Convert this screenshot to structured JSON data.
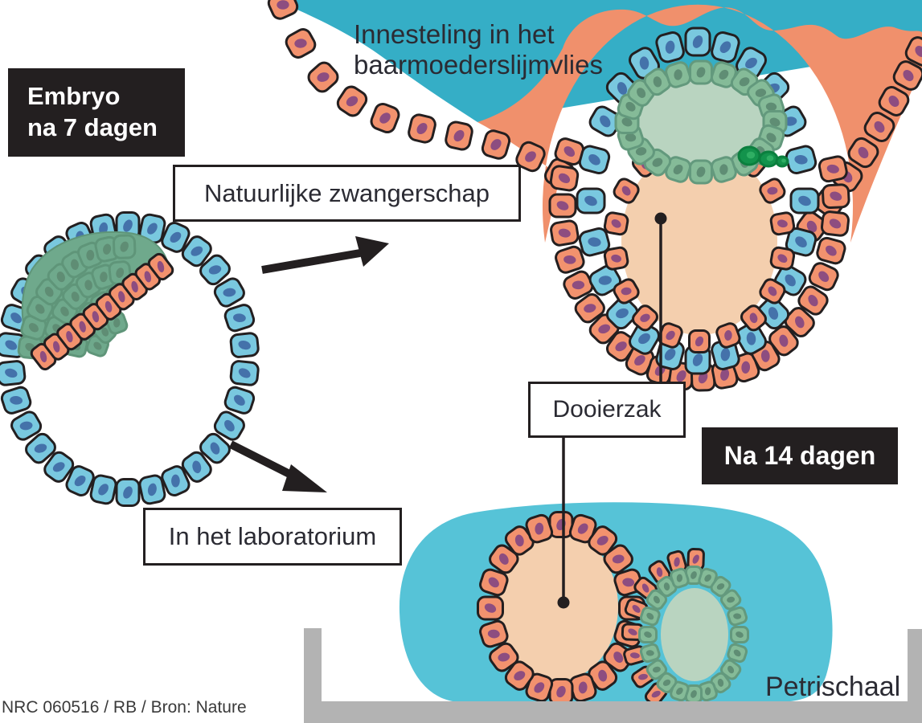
{
  "figure": {
    "stage1_label": {
      "line1": "Embryo",
      "line2": "na 7 dagen"
    },
    "path_natural_label": "Natuurlijke zwangerschap",
    "implantation_caption": {
      "line1": "Innesteling in het",
      "line2": "baarmoederslijmvlies"
    },
    "yolk_sac_label": "Dooierzak",
    "stage2_label": "Na 14 dagen",
    "path_lab_label": "In het laboratorium",
    "petri_dish_label": "Petrischaal",
    "credit": "NRC 060516 / RB / Bron: Nature"
  },
  "colors": {
    "uterine_fluid_teal": "#35aec6",
    "culture_drop_teal": "#56c3d7",
    "tissue_salmon": "#f0906c",
    "cell_orange": "#f2926e",
    "cell_orange_nucleus": "#8d4d80",
    "cell_teal": "#79c8df",
    "cell_teal_nucleus": "#4472aa",
    "cell_green_ring": "#85bb98",
    "cell_green_ring_outline": "#63997d",
    "cell_green_mass": "#6fa98c",
    "cell_green_mass_outline": "#5f9579",
    "cell_green_nucleus": "#5f8d74",
    "amnion_pale_green": "#b9d4c0",
    "primitive_streak_dark_green": "#13934c",
    "yolk_sac_peach": "#f4cfae",
    "petri_dish_gray": "#b3b3b3",
    "outline_black": "#231f20",
    "label_box_bg": "#231f20",
    "label_box_text": "#ffffff",
    "caption_text": "#2b2b33"
  }
}
